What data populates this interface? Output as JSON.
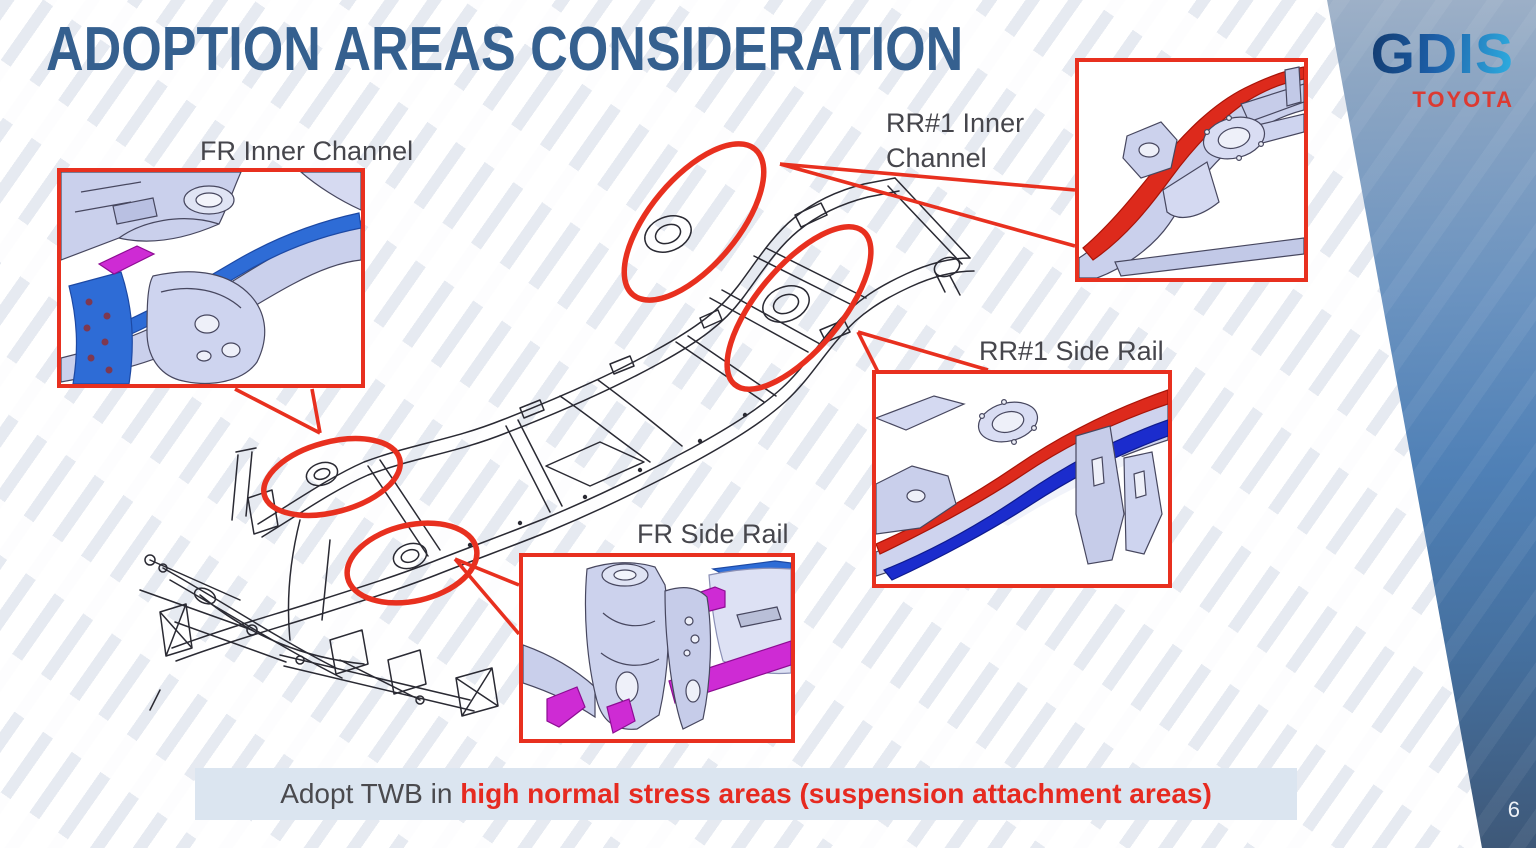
{
  "slide": {
    "title": "ADOPTION AREAS CONSIDERATION",
    "page_number": "6",
    "logo": {
      "brand": "GDIS",
      "company": "TOYOTA"
    },
    "callouts": [
      {
        "id": "fr-inner-channel",
        "label": "FR Inner Channel"
      },
      {
        "id": "rr1-inner-channel",
        "label": "RR#1 Inner Channel"
      },
      {
        "id": "rr1-side-rail",
        "label": "RR#1 Side Rail"
      },
      {
        "id": "fr-side-rail",
        "label": "FR Side Rail"
      }
    ],
    "footer": {
      "prefix": "Adopt TWB in ",
      "highlight": "high normal stress areas (suspension attachment areas)"
    },
    "colors": {
      "accent_red": "#e8301f",
      "highlight_blue": "#2e6cd6",
      "highlight_navy": "#1b2ccd",
      "highlight_magenta": "#ce2bd4",
      "title_blue": "#35608f",
      "toyota_red": "#dc3a32",
      "footer_bg": "#dbe5f0",
      "band_blue_top": "#a7b6ca",
      "band_blue_bottom": "#3e5878"
    }
  }
}
